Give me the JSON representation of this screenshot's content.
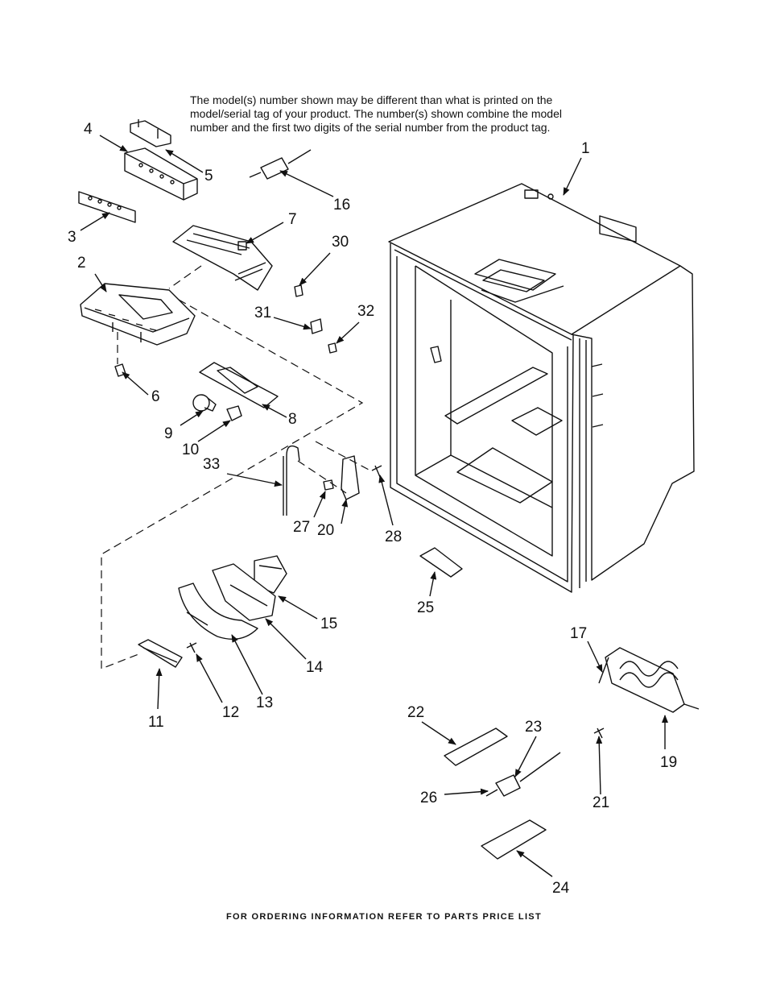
{
  "note": {
    "line1": "The model(s) number shown may be different than what is printed on the",
    "line2": "model/serial tag of your product. The number(s) shown combine the model",
    "line3": "number and the first two digits of the serial number from the product tag."
  },
  "footer": "FOR ORDERING INFORMATION REFER TO PARTS PRICE LIST",
  "callouts": {
    "p1": "1",
    "p2": "2",
    "p3": "3",
    "p4": "4",
    "p5": "5",
    "p6": "6",
    "p7": "7",
    "p8": "8",
    "p9": "9",
    "p10": "10",
    "p11": "11",
    "p12": "12",
    "p13": "13",
    "p14": "14",
    "p15": "15",
    "p16": "16",
    "p17": "17",
    "p19": "19",
    "p20": "20",
    "p21": "21",
    "p22": "22",
    "p23": "23",
    "p24": "24",
    "p25": "25",
    "p26": "26",
    "p27": "27",
    "p28": "28",
    "p30": "30",
    "p31": "31",
    "p32": "32",
    "p33": "33"
  }
}
